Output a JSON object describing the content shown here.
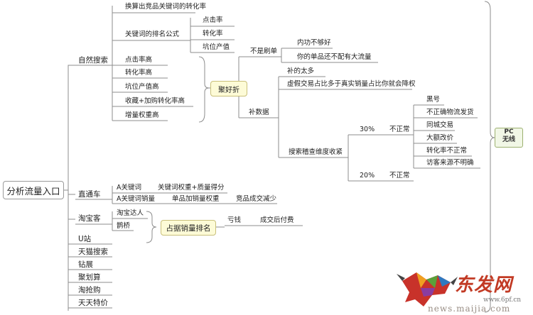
{
  "root": {
    "label": "分析流量入口"
  },
  "natural": {
    "label": "自然搜索",
    "items": [
      "换算出竞品关键词的转化率",
      "关键词的排名公式",
      "点击率高",
      "转化率高",
      "坑位产值高",
      "收藏+加购转化率高",
      "增量权重高"
    ],
    "formula": [
      "点击率",
      "转化率",
      "坑位产值"
    ]
  },
  "pinhaozhe": {
    "label": "聚好折",
    "not_brush": {
      "label": "不是刷单",
      "items": [
        "内功不够好",
        "你的单品还不配有大流量"
      ]
    },
    "supplement": {
      "label": "补数据",
      "items": [
        "补的太多",
        "虚假交易占比多于真实销量占比你就会降权"
      ],
      "inspect": {
        "label": "搜索稽查维度收紧",
        "p30": "30%",
        "p20": "20%",
        "abnormal": "不正常",
        "reasons": [
          "黑号",
          "不正确物流发货",
          "同城交易",
          "大额改价",
          "转化率不正常",
          "访客来源不明确"
        ]
      }
    }
  },
  "ztc": {
    "label": "直通车",
    "rows": [
      [
        "A关键词",
        "关键词权重+质量得分"
      ],
      [
        "A关键词销量",
        "单品加销量权重",
        "竞品成交减少"
      ]
    ]
  },
  "taoke": {
    "label": "淘宝客",
    "items": [
      "淘宝达人",
      "鹊桥"
    ]
  },
  "occupy": {
    "label": "占据销量排名",
    "next": "亏钱",
    "end": "成交后付费"
  },
  "others": [
    "U站",
    "天猫搜索",
    "钻展",
    "聚划算",
    "淘抢购",
    "天天特价"
  ],
  "pc": {
    "line1": "PC",
    "line2": "无线"
  },
  "watermark": {
    "logo": "东发网",
    "url1": "www.6pf.cn",
    "url2": "news.maijia.com"
  }
}
